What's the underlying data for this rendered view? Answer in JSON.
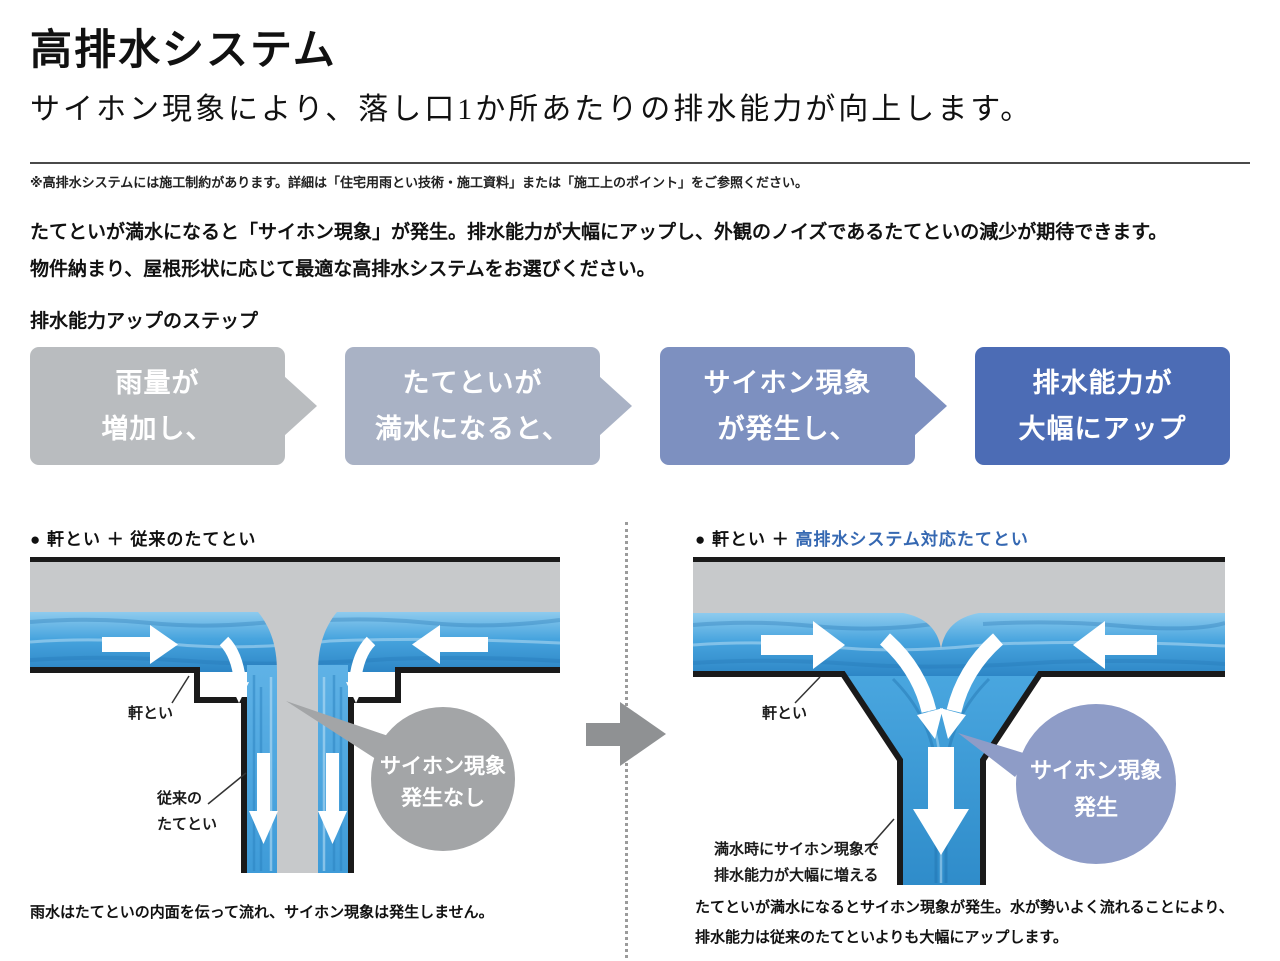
{
  "page": {
    "title": "高排水システム",
    "subtitle": "サイホン現象により、落し口1か所あたりの排水能力が向上します。",
    "note": "※高排水システムには施工制約があります。詳細は「住宅用雨とい技術・施工資料」または「施工上のポイント」をご参照ください。",
    "intro_line1": "たてといが満水になると「サイホン現象」が発生。排水能力が大幅にアップし、外観のノイズであるたてといの減少が期待できます。",
    "intro_line2": "物件納まり、屋根形状に応じて最適な高排水システムをお選びください。"
  },
  "steps": {
    "heading": "排水能力アップのステップ",
    "items": [
      {
        "line1": "雨量が",
        "line2": "増加し、",
        "color": "#b9bcbf",
        "has_arrow": true
      },
      {
        "line1": "たてといが",
        "line2": "満水になると、",
        "color": "#a9b2c5",
        "has_arrow": true
      },
      {
        "line1": "サイホン現象",
        "line2": "が発生し、",
        "color": "#7d90c0",
        "has_arrow": true
      },
      {
        "line1": "排水能力が",
        "line2": "大幅にアップ",
        "color": "#4c6cb5",
        "has_arrow": false
      }
    ]
  },
  "colors": {
    "water_blue": "#3f9bd6",
    "gutter_gray": "#c7c9cb",
    "transition_arrow": "#8f9193",
    "header_highlight": "#3568b2"
  },
  "diagram_left": {
    "header": "● 軒とい ＋ 従来のたてとい",
    "label_eaves_gutter": "軒とい",
    "label_downspout_line1": "従来の",
    "label_downspout_line2": "たてとい",
    "bubble_line1": "サイホン現象",
    "bubble_line2": "発生なし",
    "bubble_color": "#a3a5a7",
    "caption": "雨水はたてといの内面を伝って流れ、サイホン現象は発生しません。"
  },
  "diagram_right": {
    "header_prefix": "● 軒とい ＋ ",
    "header_highlight": "高排水システム対応たてとい",
    "label_eaves_gutter": "軒とい",
    "label_note_line1": "満水時にサイホン現象で",
    "label_note_line2": "排水能力が大幅に増える",
    "bubble_line1": "サイホン現象",
    "bubble_line2": "発生",
    "bubble_color": "#8e9cc7",
    "caption_line1": "たてといが満水になるとサイホン現象が発生。水が勢いよく流れることにより、",
    "caption_line2": "排水能力は従来のたてといよりも大幅にアップします。"
  }
}
